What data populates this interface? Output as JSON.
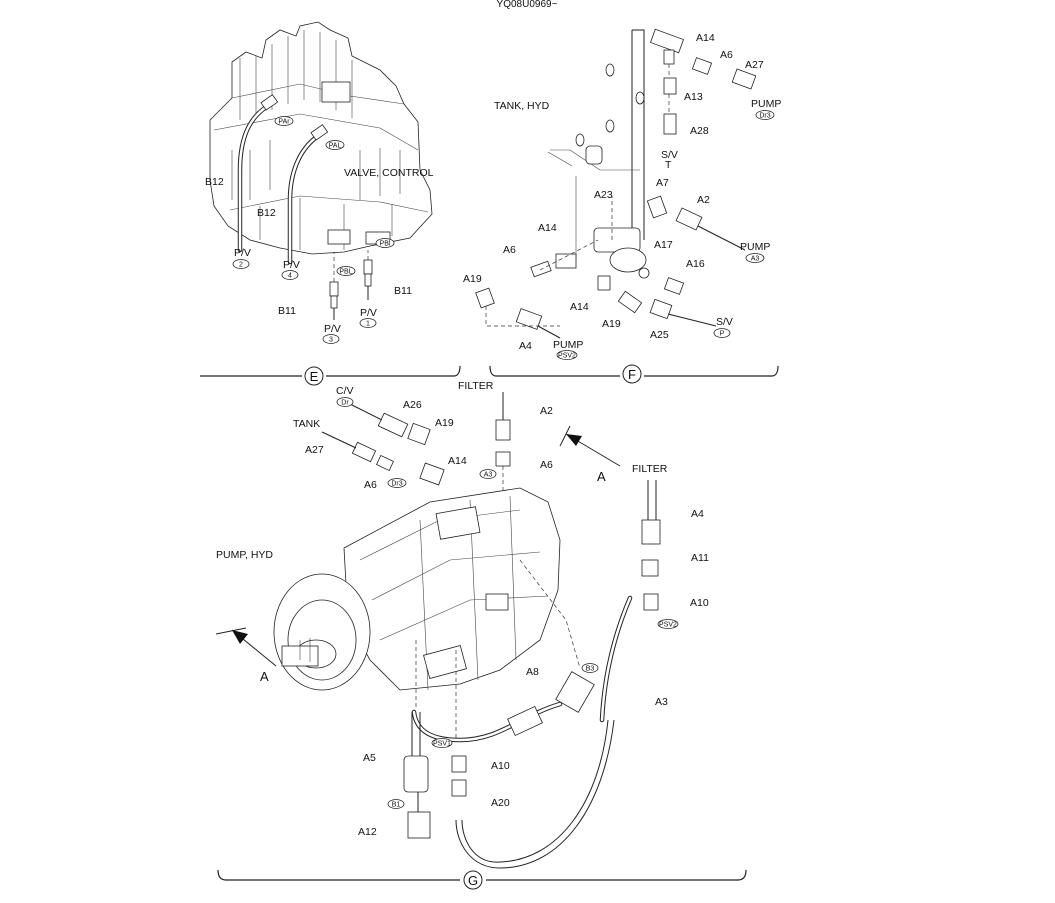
{
  "header": {
    "doc_code": "YQ08U0969~"
  },
  "sections": {
    "E": {
      "badge": "E",
      "title": "VALVE, CONTROL",
      "labels": {
        "b12_left": "B12",
        "b12_mid": "B12",
        "b11_left": "B11",
        "b11_right": "B11",
        "pv2": "P/V",
        "pv4": "P/V",
        "pv3": "P/V",
        "pv1": "P/V"
      },
      "ports": {
        "par": "PAr",
        "pal": "PAL",
        "pbl": "PBL",
        "pbl2": "PBl",
        "n2": "2",
        "n4": "4",
        "n3": "3",
        "n1": "1"
      }
    },
    "F": {
      "badge": "F",
      "title": "TANK, HYD",
      "labels": {
        "a14_top": "A14",
        "a6_top": "A6",
        "a27": "A27",
        "a13": "A13",
        "a28": "A28",
        "sv_top": "S/V",
        "t": "T",
        "pump_dr3": "PUMP",
        "a7": "A7",
        "a23": "A23",
        "a2": "A2",
        "pump_a3": "PUMP",
        "a14_mid": "A14",
        "a6_mid": "A6",
        "a17": "A17",
        "a16": "A16",
        "a19": "A19",
        "a14_low": "A14",
        "a19_low": "A19",
        "a25": "A25",
        "sv_low": "S/V",
        "a4": "A4",
        "pump_psv2": "PUMP"
      },
      "ports": {
        "dr3": "Dr3",
        "a3": "A3",
        "p": "P",
        "psv2": "PSV2"
      }
    },
    "G": {
      "badge": "G",
      "title": "PUMP, HYD",
      "labels": {
        "cv": "C/V",
        "a26": "A26",
        "tank": "TANK",
        "a19": "A19",
        "a27": "A27",
        "a14": "A14",
        "a6_left": "A6",
        "filter_top": "FILTER",
        "a2": "A2",
        "a6_right": "A6",
        "arrow_a_top": "A",
        "filter_right": "FILTER",
        "a4": "A4",
        "a11": "A11",
        "a10_right": "A10",
        "arrow_a_left": "A",
        "a8": "A8",
        "a3": "A3",
        "a5": "A5",
        "a10_low": "A10",
        "a20": "A20",
        "a12": "A12"
      },
      "ports": {
        "dr": "Dr",
        "dr3": "Dr3",
        "a3": "A3",
        "psv2": "PSV2",
        "b3": "B3",
        "psv1": "PSV1",
        "b1": "B1"
      }
    }
  }
}
